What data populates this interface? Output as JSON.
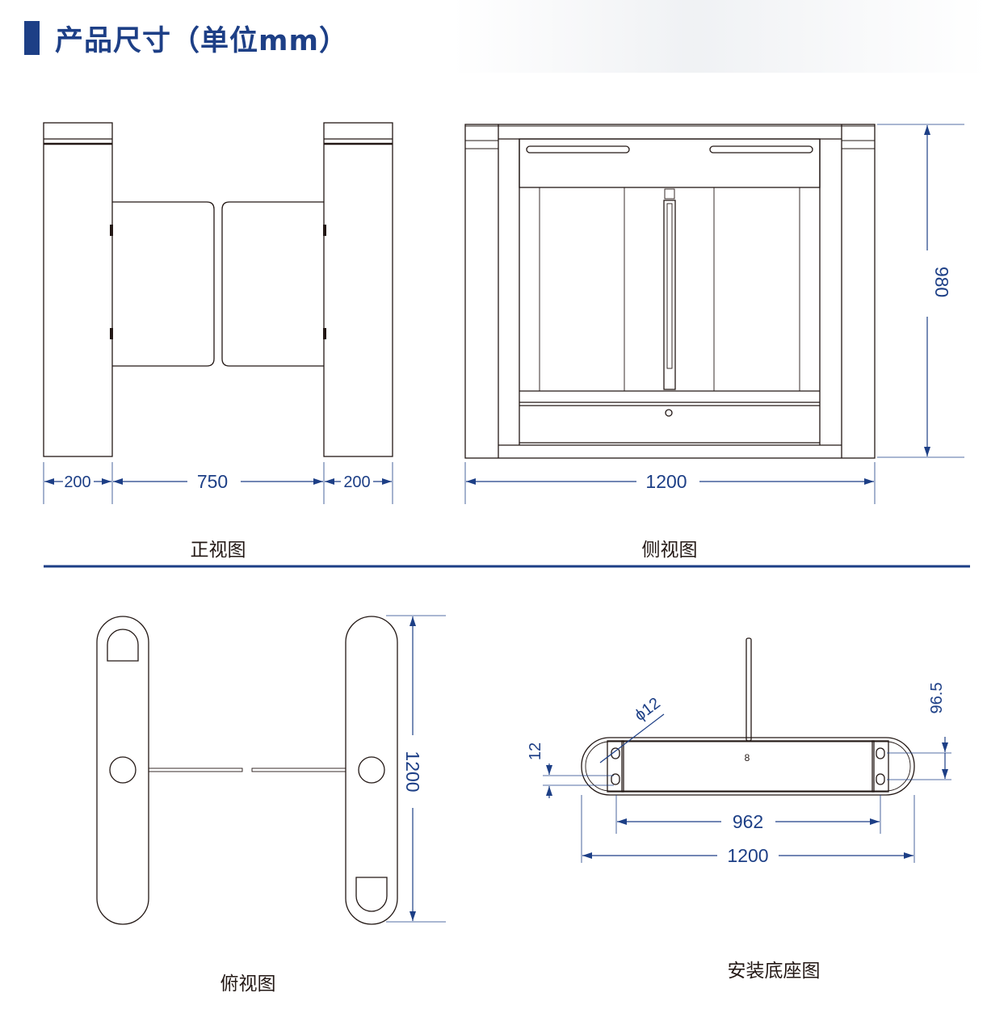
{
  "header": {
    "title": "产品尺寸（单位mm）",
    "accent_color": "#1d3f86"
  },
  "views": {
    "front": {
      "caption": "正视图",
      "dims": {
        "left_post": "200",
        "passage": "750",
        "right_post": "200"
      }
    },
    "side": {
      "caption": "侧视图",
      "dims": {
        "length": "1200",
        "height": "980"
      }
    },
    "top": {
      "caption": "俯视图",
      "dims": {
        "length": "1200"
      }
    },
    "base": {
      "caption": "安装底座图",
      "dims": {
        "hole_diameter": "ϕ12",
        "slot_width": "12",
        "hole_offset": "96.5",
        "hole_spacing": "962",
        "length": "1200"
      },
      "mark": "8"
    }
  },
  "colors": {
    "line": "#231815",
    "dimension": "#1d3f86"
  }
}
